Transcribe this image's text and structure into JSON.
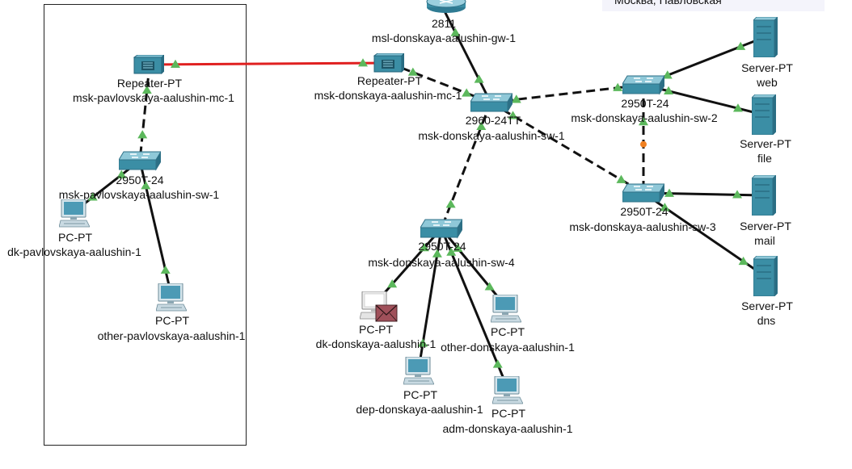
{
  "location_label": "Москва, Павловская",
  "colors": {
    "link_green": "#5cb85c",
    "link_red": "#e02020",
    "device_teal": "#3b8ea5",
    "link_orange": "#f08020"
  },
  "devices": {
    "gw": {
      "model": "2811",
      "name": "msl-donskaya-aalushin-gw-1",
      "icon": "router-icon"
    },
    "mc_pav": {
      "model": "Repeater-PT",
      "name": "msk-pavlovskaya-aalushin-mc-1",
      "icon": "repeater-icon"
    },
    "mc_don": {
      "model": "Repeater-PT",
      "name": "msk-donskaya-aalushin-mc-1",
      "icon": "repeater-icon"
    },
    "sw1": {
      "model": "2960-24TT",
      "name": "msk-donskaya-aalushin-sw-1",
      "icon": "switch-icon"
    },
    "sw2": {
      "model": "2950T-24",
      "name": "msk-donskaya-aalushin-sw-2",
      "icon": "switch-icon"
    },
    "sw3": {
      "model": "2950T-24",
      "name": "msk-donskaya-aalushin-sw-3",
      "icon": "switch-icon"
    },
    "sw4": {
      "model": "2950T-24",
      "name": "msk-donskaya-aalushin-sw-4",
      "icon": "switch-icon"
    },
    "sw_pav": {
      "model": "2950T-24",
      "name": "msk-pavlovskaya-aalushin-sw-1",
      "icon": "switch-icon"
    },
    "srv_web": {
      "model": "Server-PT",
      "name": "web",
      "icon": "server-icon"
    },
    "srv_file": {
      "model": "Server-PT",
      "name": "file",
      "icon": "server-icon"
    },
    "srv_mail": {
      "model": "Server-PT",
      "name": "mail",
      "icon": "server-icon"
    },
    "srv_dns": {
      "model": "Server-PT",
      "name": "dns",
      "icon": "server-icon"
    },
    "pc_dk_pav": {
      "model": "PC-PT",
      "name": "dk-pavlovskaya-aalushin-1",
      "icon": "pc-icon"
    },
    "pc_other_pav": {
      "model": "PC-PT",
      "name": "other-pavlovskaya-aalushin-1",
      "icon": "pc-icon"
    },
    "pc_dk_don": {
      "model": "PC-PT",
      "name": "dk-donskaya-aalushin-1",
      "icon": "pc-icon"
    },
    "pc_other_don": {
      "model": "PC-PT",
      "name": "other-donskaya-aalushin-1",
      "icon": "pc-icon"
    },
    "pc_dep_don": {
      "model": "PC-PT",
      "name": "dep-donskaya-aalushin-1",
      "icon": "pc-icon"
    },
    "pc_adm_don": {
      "model": "PC-PT",
      "name": "adm-donskaya-aalushin-1",
      "icon": "pc-icon"
    }
  },
  "links": [
    {
      "from": "mc_pav",
      "to": "mc_don",
      "style": "fiber"
    },
    {
      "from": "mc_pav",
      "to": "sw_pav",
      "style": "dashed"
    },
    {
      "from": "sw_pav",
      "to": "pc_dk_pav",
      "style": "solid"
    },
    {
      "from": "sw_pav",
      "to": "pc_other_pav",
      "style": "solid"
    },
    {
      "from": "mc_don",
      "to": "sw1",
      "style": "dashed"
    },
    {
      "from": "gw",
      "to": "sw1",
      "style": "solid"
    },
    {
      "from": "sw1",
      "to": "sw2",
      "style": "dashed"
    },
    {
      "from": "sw1",
      "to": "sw3",
      "style": "dashed"
    },
    {
      "from": "sw1",
      "to": "sw4",
      "style": "dashed"
    },
    {
      "from": "sw2",
      "to": "sw3",
      "style": "dashed"
    },
    {
      "from": "sw2",
      "to": "srv_web",
      "style": "solid"
    },
    {
      "from": "sw2",
      "to": "srv_file",
      "style": "solid"
    },
    {
      "from": "sw3",
      "to": "srv_mail",
      "style": "solid"
    },
    {
      "from": "sw3",
      "to": "srv_dns",
      "style": "solid"
    },
    {
      "from": "sw4",
      "to": "pc_dk_don",
      "style": "solid"
    },
    {
      "from": "sw4",
      "to": "pc_dep_don",
      "style": "solid"
    },
    {
      "from": "sw4",
      "to": "pc_other_don",
      "style": "solid"
    },
    {
      "from": "sw4",
      "to": "pc_adm_don",
      "style": "solid"
    }
  ]
}
